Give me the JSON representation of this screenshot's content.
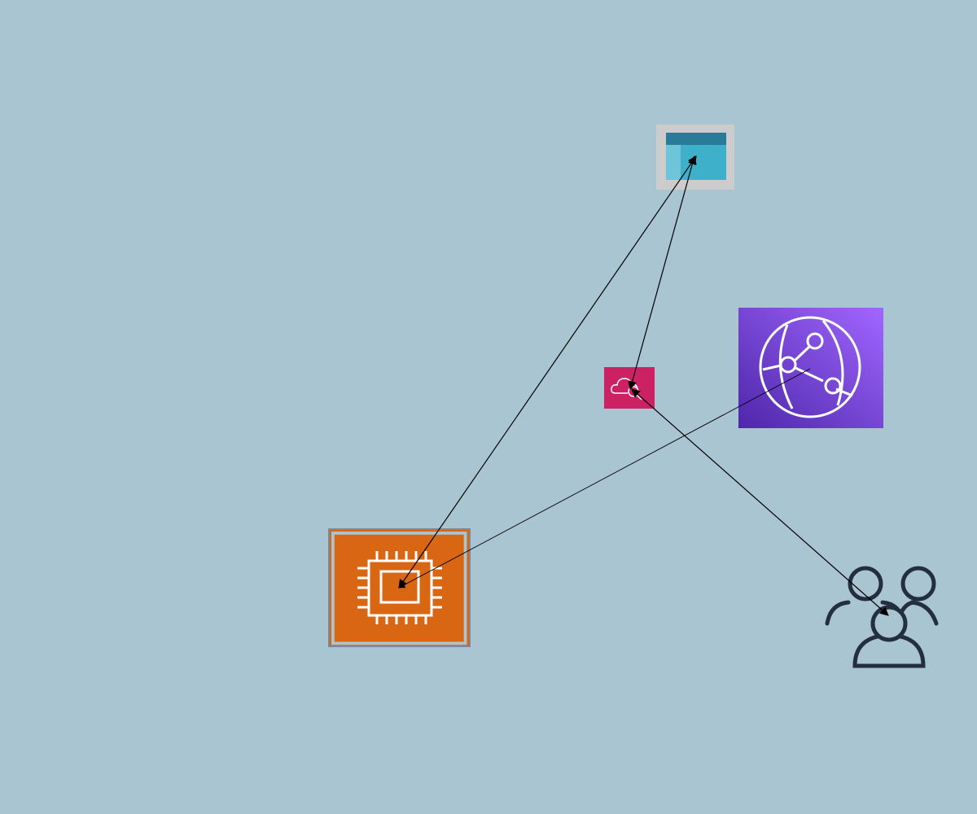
{
  "diagram": {
    "background": "#a9c5d1",
    "nodes": [
      {
        "id": "window-app",
        "icon": "application-window-icon",
        "colors": {
          "frame": "#cccccc",
          "body": "#3eb0c9",
          "header": "#2a7b98",
          "side": "#6cc5d8"
        }
      },
      {
        "id": "cloudfront",
        "icon": "cloudfront-globe-icon",
        "colors": {
          "from": "#a166ff",
          "to": "#4d27aa"
        }
      },
      {
        "id": "cloud-search",
        "icon": "cloud-magnifier-icon",
        "colors": {
          "fill": "#cc2264"
        }
      },
      {
        "id": "ec2",
        "icon": "chip-icon",
        "colors": {
          "fill": "#d86613",
          "border": "#7d8998"
        }
      },
      {
        "id": "users",
        "icon": "users-group-icon",
        "colors": {
          "stroke": "#232f3e"
        }
      }
    ],
    "edges": [
      {
        "from": "ec2",
        "to": "window-app",
        "direction": "both"
      },
      {
        "from": "window-app",
        "to": "cloud-search",
        "direction": "both"
      },
      {
        "from": "cloudfront",
        "to": "ec2",
        "direction": "to"
      },
      {
        "from": "cloud-search",
        "to": "users",
        "direction": "both"
      }
    ]
  }
}
